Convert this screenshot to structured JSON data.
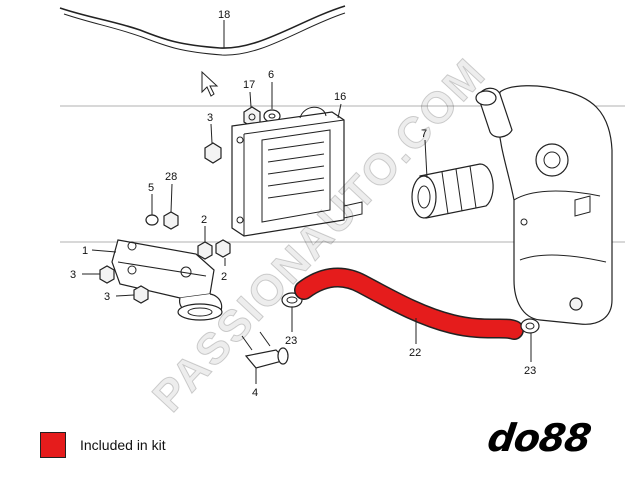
{
  "colors": {
    "kit_highlight": "#e51c1c",
    "line": "#222222",
    "background": "#ffffff"
  },
  "callouts": {
    "c18": "18",
    "c17": "17",
    "c6": "6",
    "c16": "16",
    "c3_top": "3",
    "c7": "7",
    "c5": "5",
    "c28": "28",
    "c2_a": "2",
    "c1": "1",
    "c2_b": "2",
    "c3_mid": "3",
    "c3_low": "3",
    "c23_left": "23",
    "c22": "22",
    "c4": "4",
    "c23_right": "23"
  },
  "watermark": "PASSIONAUTO.COM",
  "legend": {
    "label": "Included in kit",
    "swatch_color": "#e51c1c"
  },
  "brand": {
    "logo_text": "do88"
  },
  "icons": [
    "pointer-cursor-icon"
  ]
}
